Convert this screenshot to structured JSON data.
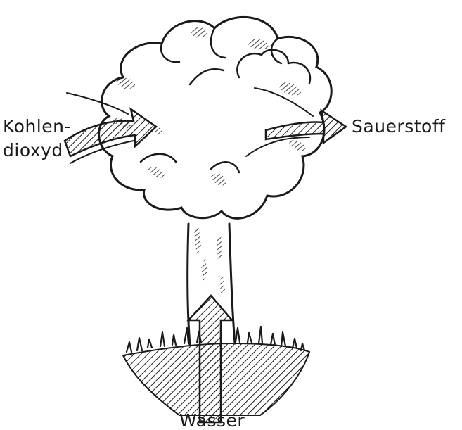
{
  "labels": {
    "co2_line1": "Kohlen-",
    "co2_line2": "dioxyd",
    "oxygen": "Sauerstoff",
    "water": "Wasser"
  },
  "colors": {
    "ink": "#1a1a1a",
    "paper": "#ffffff"
  }
}
